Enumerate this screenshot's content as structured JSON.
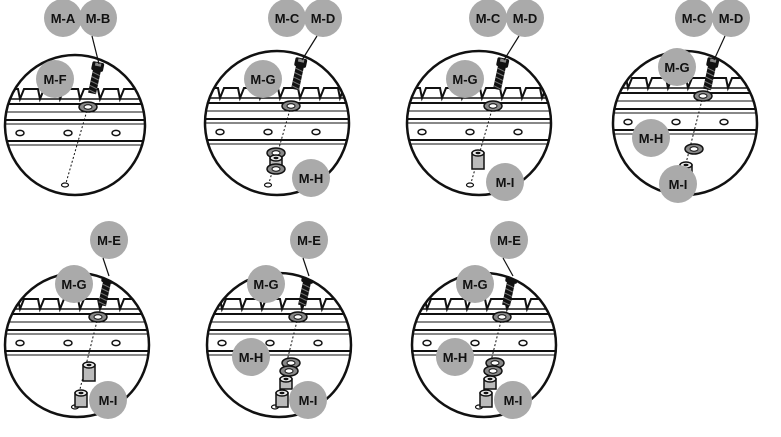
{
  "panels": [
    {
      "id": "panel-1",
      "top_labels": [
        "M-A",
        "M-B"
      ],
      "callouts": [
        "M-F"
      ],
      "stack": "none"
    },
    {
      "id": "panel-2",
      "top_labels": [
        "M-C",
        "M-D"
      ],
      "callouts": [
        "M-G",
        "M-H"
      ],
      "stack": "double-spacer"
    },
    {
      "id": "panel-3",
      "top_labels": [
        "M-C",
        "M-D"
      ],
      "callouts": [
        "M-G",
        "M-I"
      ],
      "stack": "single-spacer"
    },
    {
      "id": "panel-4",
      "top_labels": [
        "M-C",
        "M-D"
      ],
      "callouts": [
        "M-G",
        "M-H",
        "M-I"
      ],
      "stack": "spacer-and-washer"
    },
    {
      "id": "panel-5",
      "top_labels": [
        "M-E"
      ],
      "callouts": [
        "M-G",
        "M-I"
      ],
      "stack": "two-spacers"
    },
    {
      "id": "panel-6",
      "top_labels": [
        "M-E"
      ],
      "callouts": [
        "M-G",
        "M-H",
        "M-I"
      ],
      "stack": "spacers-washers-a"
    },
    {
      "id": "panel-7",
      "top_labels": [
        "M-E"
      ],
      "callouts": [
        "M-G",
        "M-H",
        "M-I"
      ],
      "stack": "spacers-washers-b"
    }
  ],
  "colors": {
    "badge_fill": "#aaaaaa",
    "line": "#111111",
    "circle_fill": "#ffffff"
  }
}
